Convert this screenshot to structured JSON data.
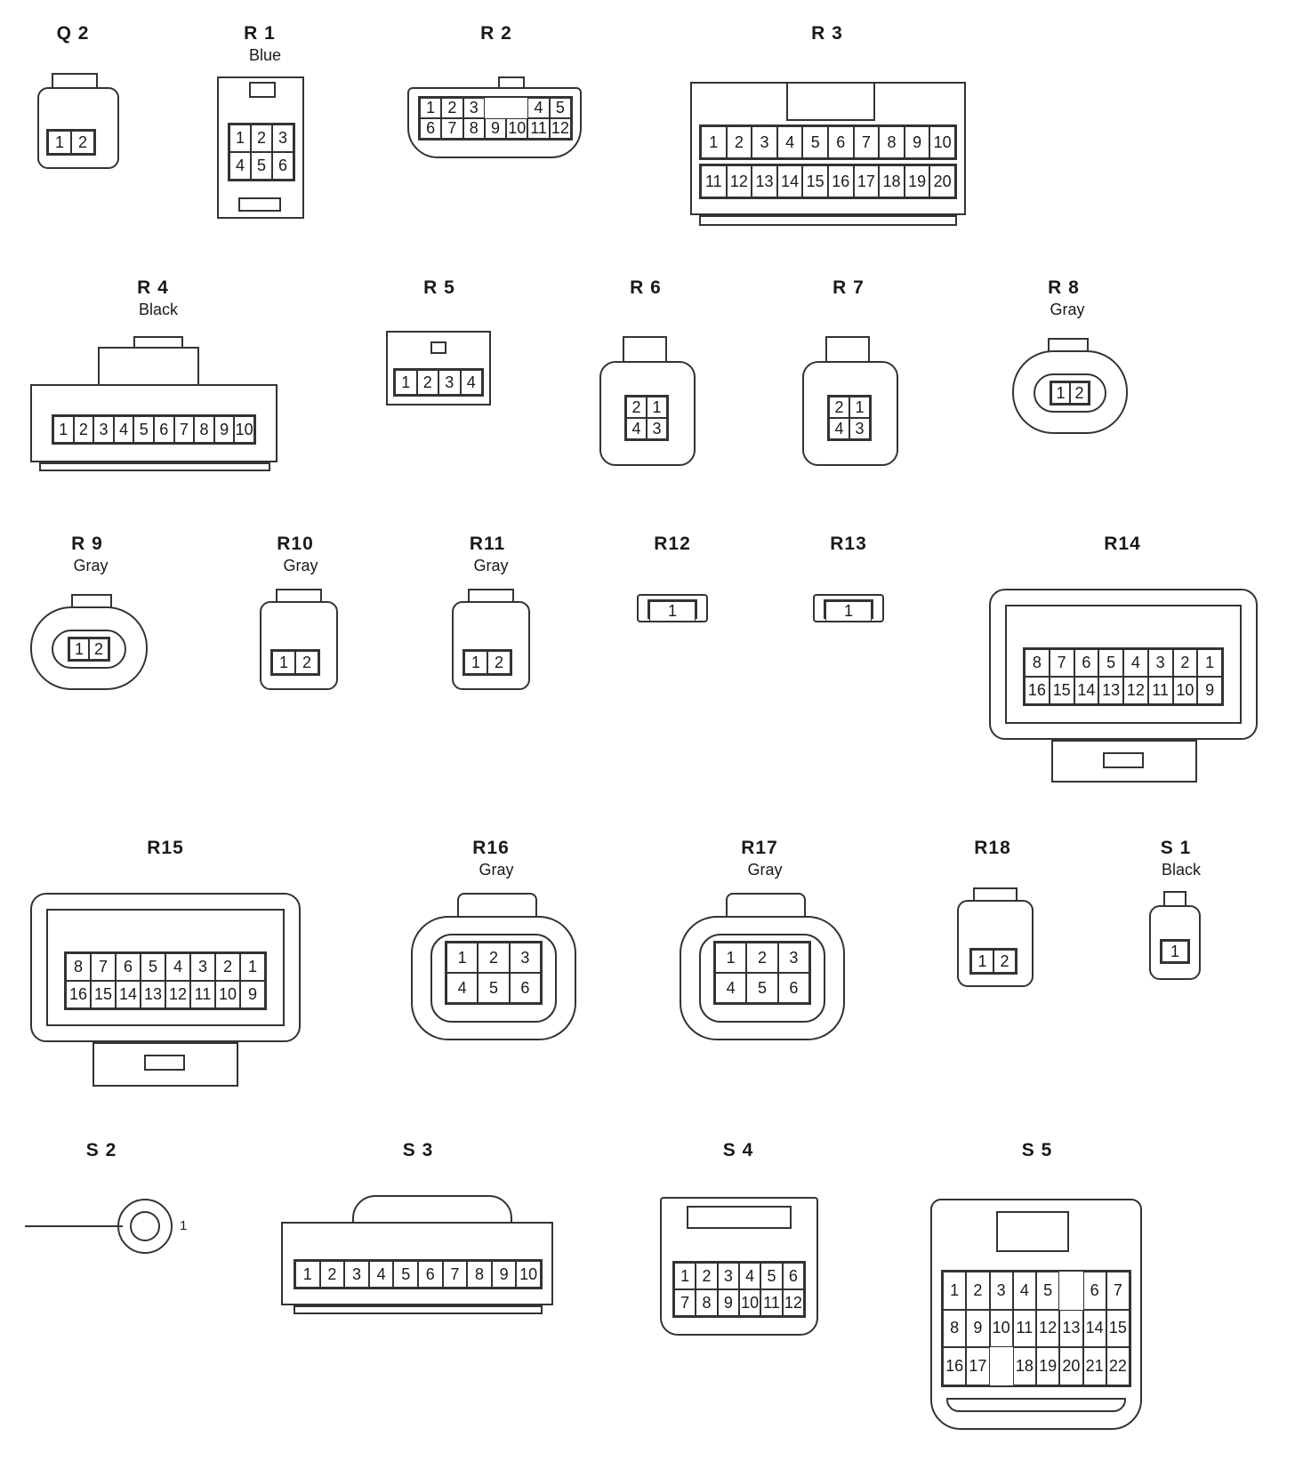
{
  "connectors": {
    "q2": {
      "id": "Q 2",
      "pins": [
        "1",
        "2"
      ]
    },
    "r1": {
      "id": "R 1",
      "color": "Blue",
      "pins": [
        "1",
        "2",
        "3",
        "4",
        "5",
        "6"
      ]
    },
    "r2": {
      "id": "R 2",
      "pins": [
        "1",
        "2",
        "3",
        "",
        "",
        "4",
        "5",
        "6",
        "7",
        "8",
        "9",
        "10",
        "11",
        "12"
      ]
    },
    "r3": {
      "id": "R 3",
      "row1": [
        "1",
        "2",
        "3",
        "4",
        "5",
        "6",
        "7",
        "8",
        "9",
        "10"
      ],
      "row2": [
        "11",
        "12",
        "13",
        "14",
        "15",
        "16",
        "17",
        "18",
        "19",
        "20"
      ]
    },
    "r4": {
      "id": "R 4",
      "color": "Black",
      "pins": [
        "1",
        "2",
        "3",
        "4",
        "5",
        "6",
        "7",
        "8",
        "9",
        "10"
      ]
    },
    "r5": {
      "id": "R 5",
      "pins": [
        "1",
        "2",
        "3",
        "4"
      ]
    },
    "r6": {
      "id": "R 6",
      "pins": [
        "2",
        "1",
        "4",
        "3"
      ]
    },
    "r7": {
      "id": "R 7",
      "pins": [
        "2",
        "1",
        "4",
        "3"
      ]
    },
    "r8": {
      "id": "R 8",
      "color": "Gray",
      "pins": [
        "1",
        "2"
      ]
    },
    "r9": {
      "id": "R 9",
      "color": "Gray",
      "pins": [
        "1",
        "2"
      ]
    },
    "r10": {
      "id": "R10",
      "color": "Gray",
      "pins": [
        "1",
        "2"
      ]
    },
    "r11": {
      "id": "R11",
      "color": "Gray",
      "pins": [
        "1",
        "2"
      ]
    },
    "r12": {
      "id": "R12",
      "pins": [
        "1"
      ]
    },
    "r13": {
      "id": "R13",
      "pins": [
        "1"
      ]
    },
    "r14": {
      "id": "R14",
      "pins": [
        "8",
        "7",
        "6",
        "5",
        "4",
        "3",
        "2",
        "1",
        "16",
        "15",
        "14",
        "13",
        "12",
        "11",
        "10",
        "9"
      ]
    },
    "r15": {
      "id": "R15",
      "pins": [
        "8",
        "7",
        "6",
        "5",
        "4",
        "3",
        "2",
        "1",
        "16",
        "15",
        "14",
        "13",
        "12",
        "11",
        "10",
        "9"
      ]
    },
    "r16": {
      "id": "R16",
      "color": "Gray",
      "pins": [
        "1",
        "2",
        "3",
        "4",
        "5",
        "6"
      ]
    },
    "r17": {
      "id": "R17",
      "color": "Gray",
      "pins": [
        "1",
        "2",
        "3",
        "4",
        "5",
        "6"
      ]
    },
    "r18": {
      "id": "R18",
      "pins": [
        "1",
        "2"
      ]
    },
    "s1": {
      "id": "S 1",
      "color": "Black",
      "pins": [
        "1"
      ]
    },
    "s2": {
      "id": "S 2",
      "terminal": "1"
    },
    "s3": {
      "id": "S 3",
      "pins": [
        "1",
        "2",
        "3",
        "4",
        "5",
        "6",
        "7",
        "8",
        "9",
        "10"
      ]
    },
    "s4": {
      "id": "S 4",
      "pins": [
        "1",
        "2",
        "3",
        "4",
        "5",
        "6",
        "7",
        "8",
        "9",
        "10",
        "11",
        "12"
      ]
    },
    "s5": {
      "id": "S 5",
      "pins": [
        "1",
        "2",
        "3",
        "4",
        "5",
        "",
        "6",
        "7",
        "8",
        "9",
        "10",
        "11",
        "12",
        "13",
        "14",
        "15",
        "16",
        "17",
        "",
        "18",
        "19",
        "20",
        "21",
        "22"
      ]
    }
  }
}
